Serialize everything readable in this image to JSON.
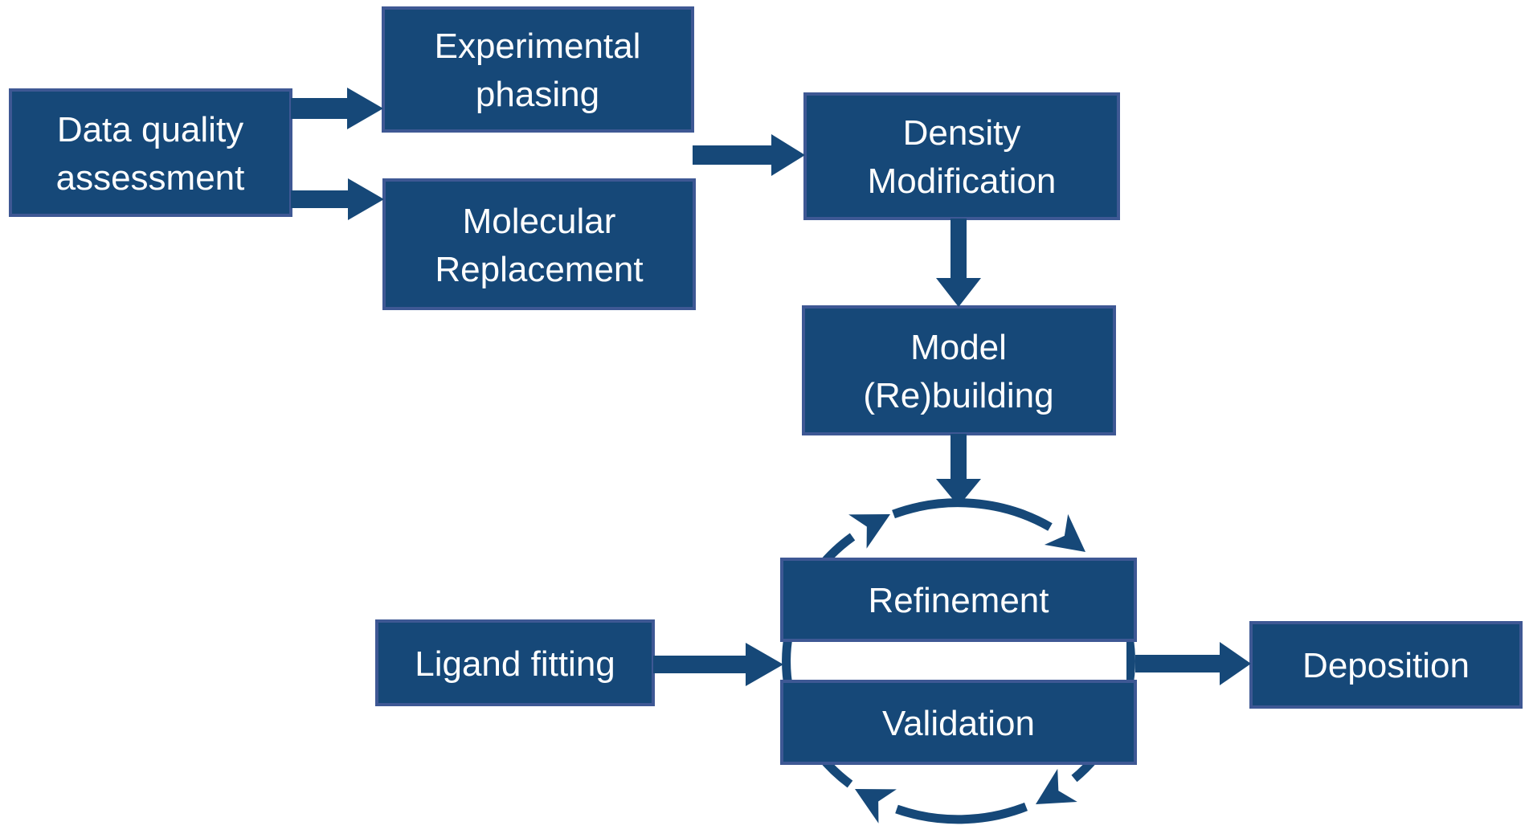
{
  "diagram": {
    "type": "flowchart",
    "background": "#ffffff",
    "colors": {
      "node_fill": "#164878",
      "node_border": "#3e5894",
      "arrow": "#164878",
      "text": "#ffffff"
    },
    "nodes": {
      "data_quality": {
        "label": "Data quality assessment",
        "line1": "Data quality",
        "line2": "assessment"
      },
      "experimental_phasing": {
        "label": "Experimental phasing",
        "line1": "Experimental",
        "line2": "phasing"
      },
      "molecular_replacement": {
        "label": "Molecular Replacement",
        "line1": "Molecular",
        "line2": "Replacement"
      },
      "density_modification": {
        "label": "Density Modification",
        "line1": "Density",
        "line2": "Modification"
      },
      "model_rebuilding": {
        "label": "Model (Re)building",
        "line1": "Model",
        "line2": "(Re)building"
      },
      "refinement": {
        "label": "Refinement"
      },
      "validation": {
        "label": "Validation"
      },
      "ligand_fitting": {
        "label": "Ligand fitting"
      },
      "deposition": {
        "label": "Deposition"
      }
    },
    "edges": [
      {
        "from": "data_quality",
        "to": "experimental_phasing",
        "style": "straight-arrow"
      },
      {
        "from": "data_quality",
        "to": "molecular_replacement",
        "style": "straight-arrow"
      },
      {
        "from": "experimental_phasing / molecular_replacement",
        "to": "density_modification",
        "style": "straight-arrow"
      },
      {
        "from": "density_modification",
        "to": "model_rebuilding",
        "style": "straight-arrow"
      },
      {
        "from": "model_rebuilding",
        "to": "refinement_validation_cycle",
        "style": "straight-arrow"
      },
      {
        "from": "ligand_fitting",
        "to": "refinement_validation_cycle",
        "style": "straight-arrow"
      },
      {
        "from": "refinement_validation_cycle",
        "to": "deposition",
        "style": "straight-arrow"
      },
      {
        "from": "refinement",
        "to": "validation",
        "style": "clockwise-circular-cycle"
      }
    ]
  }
}
